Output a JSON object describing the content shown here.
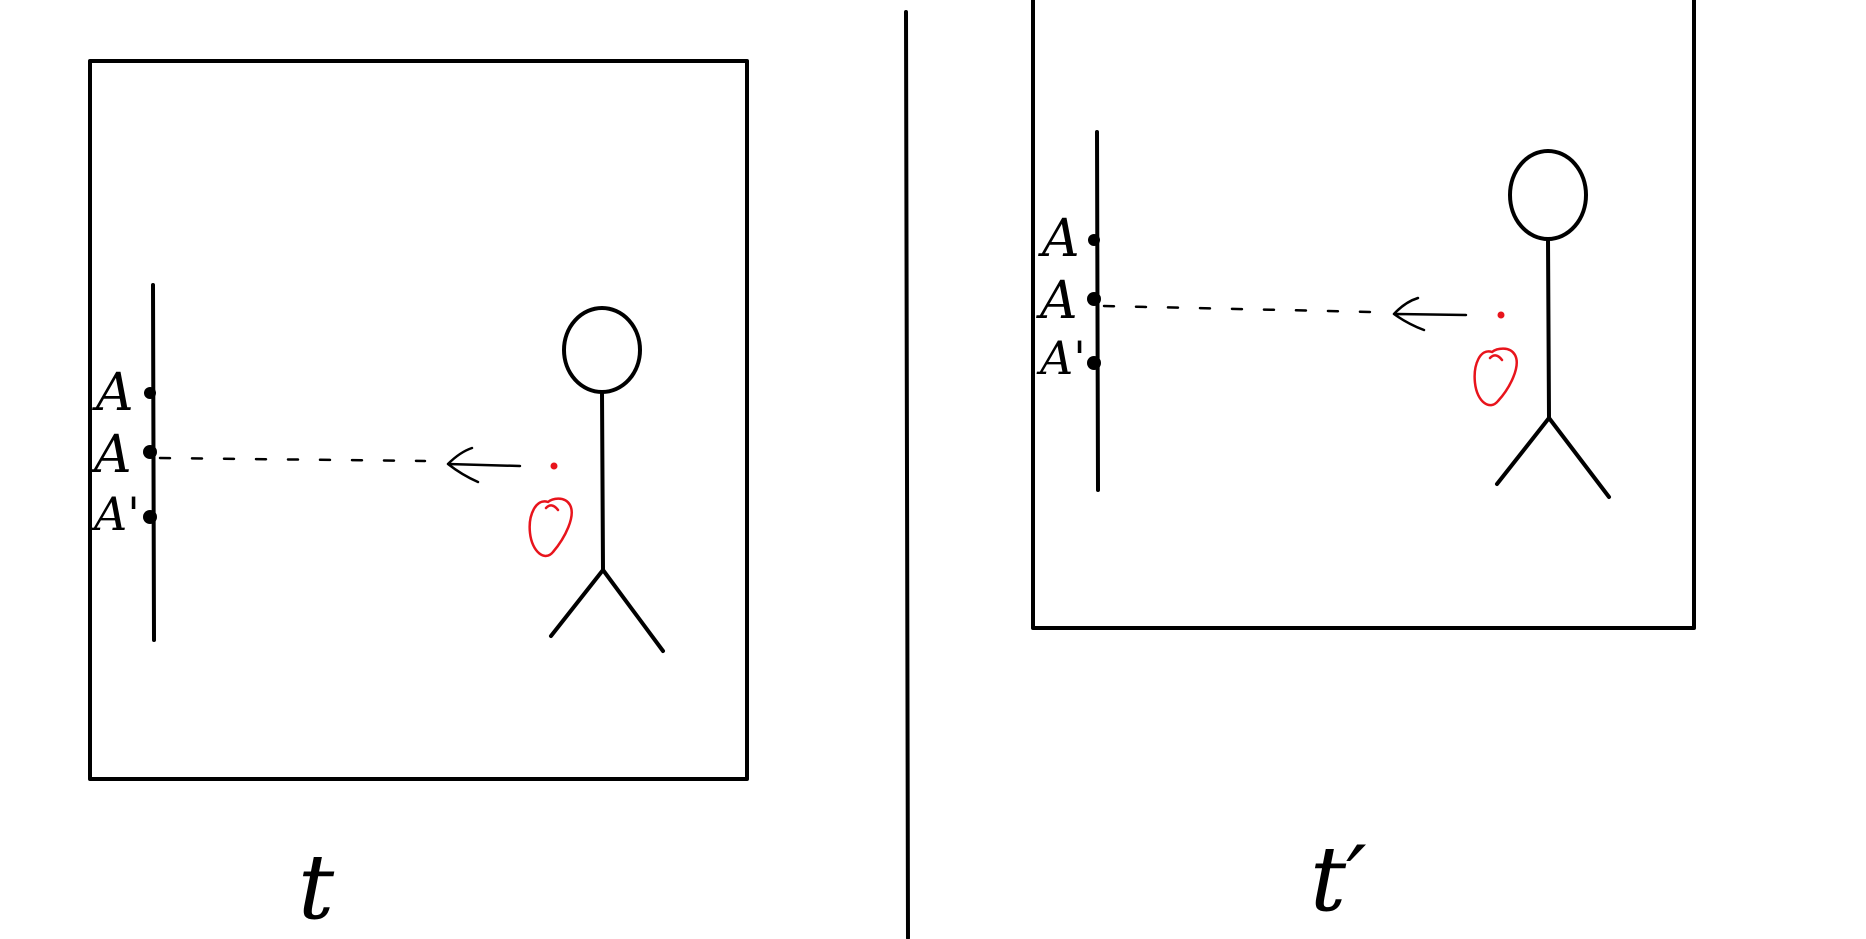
{
  "colors": {
    "ink": "#000000",
    "highlight": "#e8141c",
    "background": "#ffffff"
  },
  "panels": [
    {
      "caption": "t",
      "point_labels": [
        "A",
        "A",
        "A'"
      ]
    },
    {
      "caption": "t′",
      "point_labels": [
        "A",
        "A",
        "A'"
      ]
    }
  ]
}
